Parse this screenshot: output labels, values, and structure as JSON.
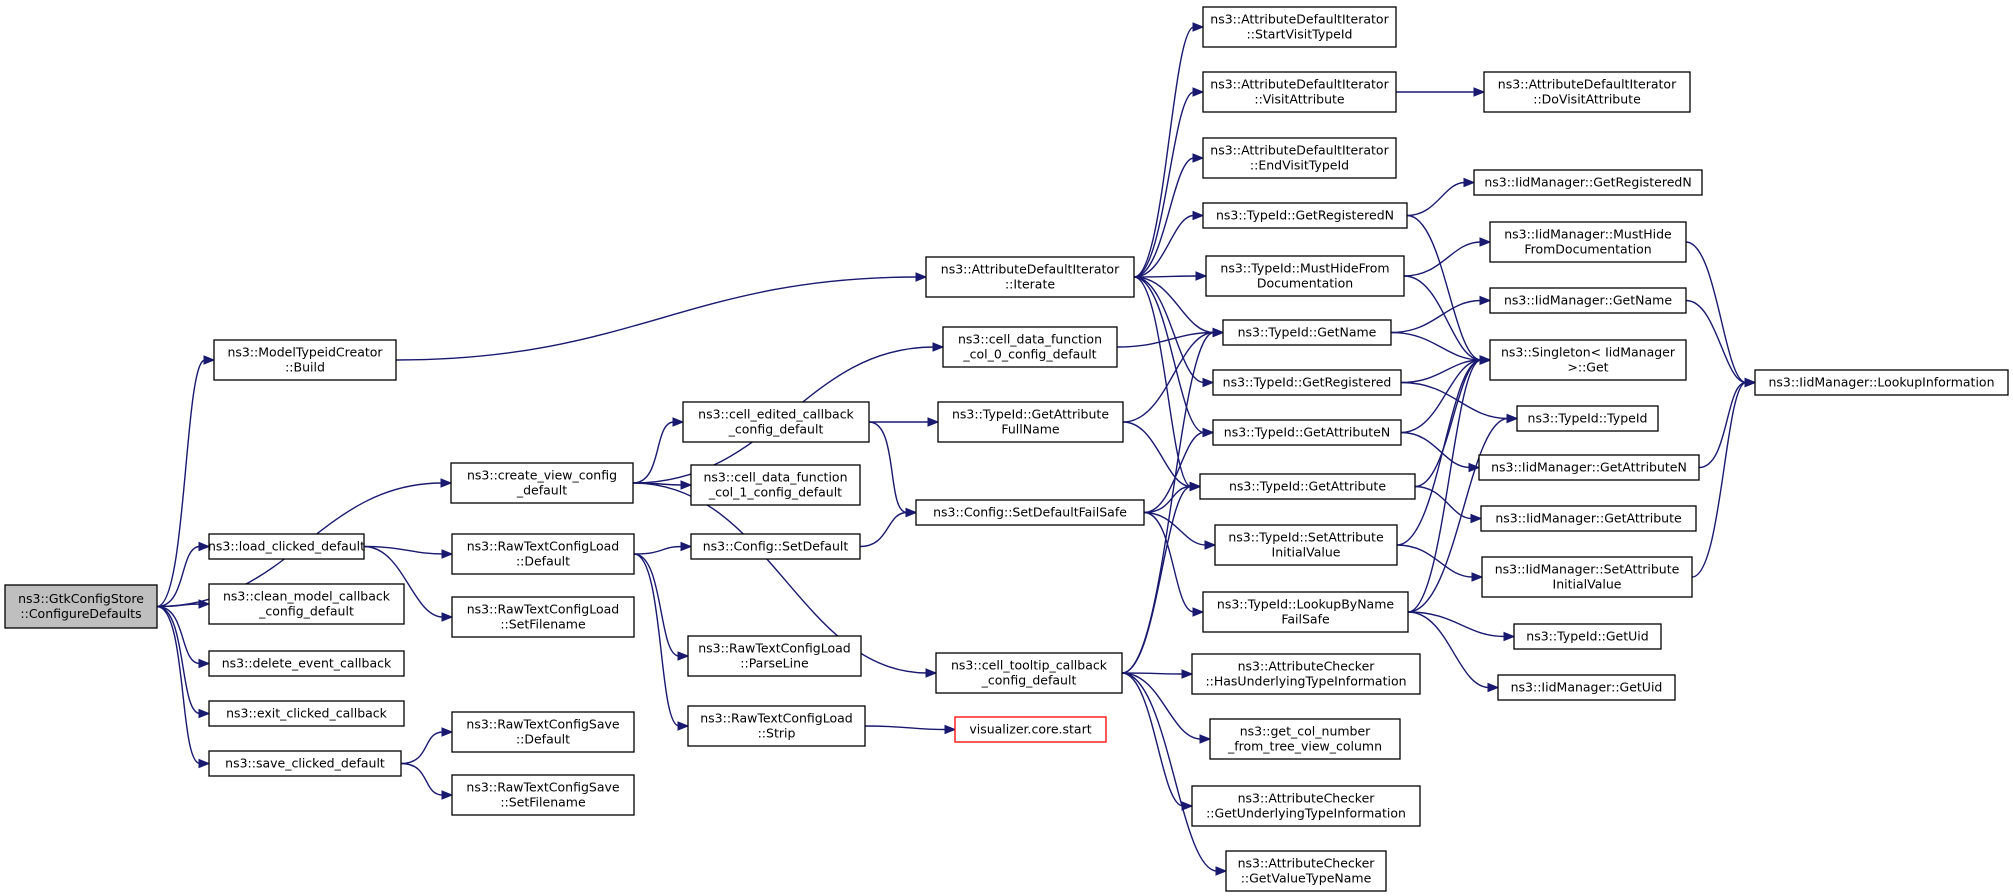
{
  "diagram": {
    "nodes": [
      {
        "id": "gtk",
        "lines": [
          "ns3::GtkConfigStore",
          "::ConfigureDefaults"
        ],
        "style": "root"
      },
      {
        "id": "mtc",
        "lines": [
          "ns3::ModelTypeidCreator",
          "::Build"
        ]
      },
      {
        "id": "cvc",
        "lines": [
          "ns3::create_view_config",
          "_default"
        ]
      },
      {
        "id": "lcd",
        "lines": [
          "ns3::load_clicked_default"
        ]
      },
      {
        "id": "cmc",
        "lines": [
          "ns3::clean_model_callback",
          "_config_default"
        ]
      },
      {
        "id": "dec",
        "lines": [
          "ns3::delete_event_callback"
        ]
      },
      {
        "id": "ecc",
        "lines": [
          "ns3::exit_clicked_callback"
        ]
      },
      {
        "id": "scd",
        "lines": [
          "ns3::save_clicked_default"
        ]
      },
      {
        "id": "rtl_def",
        "lines": [
          "ns3::RawTextConfigLoad",
          "::Default"
        ]
      },
      {
        "id": "rtl_sf",
        "lines": [
          "ns3::RawTextConfigLoad",
          "::SetFilename"
        ]
      },
      {
        "id": "rts_def",
        "lines": [
          "ns3::RawTextConfigSave",
          "::Default"
        ]
      },
      {
        "id": "rts_sf",
        "lines": [
          "ns3::RawTextConfigSave",
          "::SetFilename"
        ]
      },
      {
        "id": "cecb",
        "lines": [
          "ns3::cell_edited_callback",
          "_config_default"
        ]
      },
      {
        "id": "cdf1",
        "lines": [
          "ns3::cell_data_function",
          "_col_1_config_default"
        ]
      },
      {
        "id": "cfgsd",
        "lines": [
          "ns3::Config::SetDefault"
        ]
      },
      {
        "id": "rtl_pl",
        "lines": [
          "ns3::RawTextConfigLoad",
          "::ParseLine"
        ]
      },
      {
        "id": "rtl_st",
        "lines": [
          "ns3::RawTextConfigLoad",
          "::Strip"
        ]
      },
      {
        "id": "adi_it",
        "lines": [
          "ns3::AttributeDefaultIterator",
          "::Iterate"
        ]
      },
      {
        "id": "cdf0",
        "lines": [
          "ns3::cell_data_function",
          "_col_0_config_default"
        ]
      },
      {
        "id": "tid_gafn",
        "lines": [
          "ns3::TypeId::GetAttribute",
          "FullName"
        ]
      },
      {
        "id": "cfgsdfs",
        "lines": [
          "ns3::Config::SetDefaultFailSafe"
        ]
      },
      {
        "id": "cttcb",
        "lines": [
          "ns3::cell_tooltip_callback",
          "_config_default"
        ]
      },
      {
        "id": "vcs",
        "lines": [
          "visualizer.core.start"
        ],
        "style": "red"
      },
      {
        "id": "adi_svt",
        "lines": [
          "ns3::AttributeDefaultIterator",
          "::StartVisitTypeId"
        ]
      },
      {
        "id": "adi_va",
        "lines": [
          "ns3::AttributeDefaultIterator",
          "::VisitAttribute"
        ]
      },
      {
        "id": "adi_evt",
        "lines": [
          "ns3::AttributeDefaultIterator",
          "::EndVisitTypeId"
        ]
      },
      {
        "id": "tid_grn",
        "lines": [
          "ns3::TypeId::GetRegisteredN"
        ]
      },
      {
        "id": "tid_mhfd",
        "lines": [
          "ns3::TypeId::MustHideFrom",
          "Documentation"
        ]
      },
      {
        "id": "tid_gn",
        "lines": [
          "ns3::TypeId::GetName"
        ]
      },
      {
        "id": "tid_gr",
        "lines": [
          "ns3::TypeId::GetRegistered"
        ]
      },
      {
        "id": "tid_gan",
        "lines": [
          "ns3::TypeId::GetAttributeN"
        ]
      },
      {
        "id": "tid_ga",
        "lines": [
          "ns3::TypeId::GetAttribute"
        ]
      },
      {
        "id": "tid_saiv",
        "lines": [
          "ns3::TypeId::SetAttribute",
          "InitialValue"
        ]
      },
      {
        "id": "tid_lbnfs",
        "lines": [
          "ns3::TypeId::LookupByName",
          "FailSafe"
        ]
      },
      {
        "id": "ac_huti",
        "lines": [
          "ns3::AttributeChecker",
          "::HasUnderlyingTypeInformation"
        ]
      },
      {
        "id": "gcn",
        "lines": [
          "ns3::get_col_number",
          "_from_tree_view_column"
        ]
      },
      {
        "id": "ac_guti",
        "lines": [
          "ns3::AttributeChecker",
          "::GetUnderlyingTypeInformation"
        ]
      },
      {
        "id": "ac_gvtn",
        "lines": [
          "ns3::AttributeChecker",
          "::GetValueTypeName"
        ]
      },
      {
        "id": "adi_dva",
        "lines": [
          "ns3::AttributeDefaultIterator",
          "::DoVisitAttribute"
        ]
      },
      {
        "id": "iid_grn",
        "lines": [
          "ns3::IidManager::GetRegisteredN"
        ]
      },
      {
        "id": "iid_mhfd",
        "lines": [
          "ns3::IidManager::MustHide",
          "FromDocumentation"
        ]
      },
      {
        "id": "iid_gn",
        "lines": [
          "ns3::IidManager::GetName"
        ]
      },
      {
        "id": "sing",
        "lines": [
          "ns3::Singleton< IidManager",
          ">::Get"
        ]
      },
      {
        "id": "tid_tid",
        "lines": [
          "ns3::TypeId::TypeId"
        ]
      },
      {
        "id": "iid_gan",
        "lines": [
          "ns3::IidManager::GetAttributeN"
        ]
      },
      {
        "id": "iid_ga",
        "lines": [
          "ns3::IidManager::GetAttribute"
        ]
      },
      {
        "id": "iid_saiv",
        "lines": [
          "ns3::IidManager::SetAttribute",
          "InitialValue"
        ]
      },
      {
        "id": "tid_gu",
        "lines": [
          "ns3::TypeId::GetUid"
        ]
      },
      {
        "id": "iid_gu",
        "lines": [
          "ns3::IidManager::GetUid"
        ]
      },
      {
        "id": "iid_li",
        "lines": [
          "ns3::IidManager::LookupInformation"
        ]
      }
    ],
    "edges": [
      [
        "gtk",
        "mtc"
      ],
      [
        "gtk",
        "cvc"
      ],
      [
        "gtk",
        "lcd"
      ],
      [
        "gtk",
        "cmc"
      ],
      [
        "gtk",
        "dec"
      ],
      [
        "gtk",
        "ecc"
      ],
      [
        "gtk",
        "scd"
      ],
      [
        "mtc",
        "adi_it"
      ],
      [
        "cvc",
        "cdf0"
      ],
      [
        "cvc",
        "cecb"
      ],
      [
        "cvc",
        "cdf1"
      ],
      [
        "cvc",
        "cttcb"
      ],
      [
        "lcd",
        "rtl_def"
      ],
      [
        "lcd",
        "rtl_sf"
      ],
      [
        "scd",
        "rts_def"
      ],
      [
        "scd",
        "rts_sf"
      ],
      [
        "rtl_def",
        "cfgsd"
      ],
      [
        "rtl_def",
        "rtl_pl"
      ],
      [
        "rtl_def",
        "rtl_st"
      ],
      [
        "rtl_st",
        "vcs"
      ],
      [
        "cecb",
        "tid_gafn"
      ],
      [
        "cecb",
        "cfgsdfs"
      ],
      [
        "cfgsd",
        "cfgsdfs"
      ],
      [
        "cdf0",
        "tid_gn"
      ],
      [
        "tid_gafn",
        "tid_gn"
      ],
      [
        "tid_gafn",
        "tid_ga"
      ],
      [
        "cfgsdfs",
        "tid_gan"
      ],
      [
        "cfgsdfs",
        "tid_ga"
      ],
      [
        "cfgsdfs",
        "tid_saiv"
      ],
      [
        "cfgsdfs",
        "tid_lbnfs"
      ],
      [
        "cttcb",
        "tid_gn"
      ],
      [
        "cttcb",
        "tid_ga"
      ],
      [
        "cttcb",
        "ac_huti"
      ],
      [
        "cttcb",
        "gcn"
      ],
      [
        "cttcb",
        "ac_guti"
      ],
      [
        "cttcb",
        "ac_gvtn"
      ],
      [
        "adi_it",
        "adi_svt"
      ],
      [
        "adi_it",
        "adi_va"
      ],
      [
        "adi_it",
        "adi_evt"
      ],
      [
        "adi_it",
        "tid_grn"
      ],
      [
        "adi_it",
        "tid_mhfd"
      ],
      [
        "adi_it",
        "tid_gn"
      ],
      [
        "adi_it",
        "tid_gr"
      ],
      [
        "adi_it",
        "tid_gan"
      ],
      [
        "adi_it",
        "tid_ga"
      ],
      [
        "adi_va",
        "adi_dva"
      ],
      [
        "tid_grn",
        "iid_grn"
      ],
      [
        "tid_grn",
        "sing"
      ],
      [
        "tid_mhfd",
        "iid_mhfd"
      ],
      [
        "tid_mhfd",
        "sing"
      ],
      [
        "tid_gn",
        "iid_gn"
      ],
      [
        "tid_gn",
        "sing"
      ],
      [
        "tid_gr",
        "sing"
      ],
      [
        "tid_gr",
        "tid_tid"
      ],
      [
        "tid_gan",
        "iid_gan"
      ],
      [
        "tid_gan",
        "sing"
      ],
      [
        "tid_ga",
        "iid_ga"
      ],
      [
        "tid_ga",
        "sing"
      ],
      [
        "tid_saiv",
        "iid_saiv"
      ],
      [
        "tid_saiv",
        "sing"
      ],
      [
        "tid_lbnfs",
        "tid_gu"
      ],
      [
        "tid_lbnfs",
        "iid_gu"
      ],
      [
        "tid_lbnfs",
        "sing"
      ],
      [
        "tid_lbnfs",
        "tid_tid"
      ],
      [
        "iid_mhfd",
        "iid_li"
      ],
      [
        "iid_gn",
        "iid_li"
      ],
      [
        "iid_gan",
        "iid_li"
      ],
      [
        "iid_saiv",
        "iid_li"
      ]
    ],
    "colors": {
      "edge": "#191970",
      "root_fill": "#bfbfbf",
      "highlight_stroke": "#ff0000"
    }
  }
}
